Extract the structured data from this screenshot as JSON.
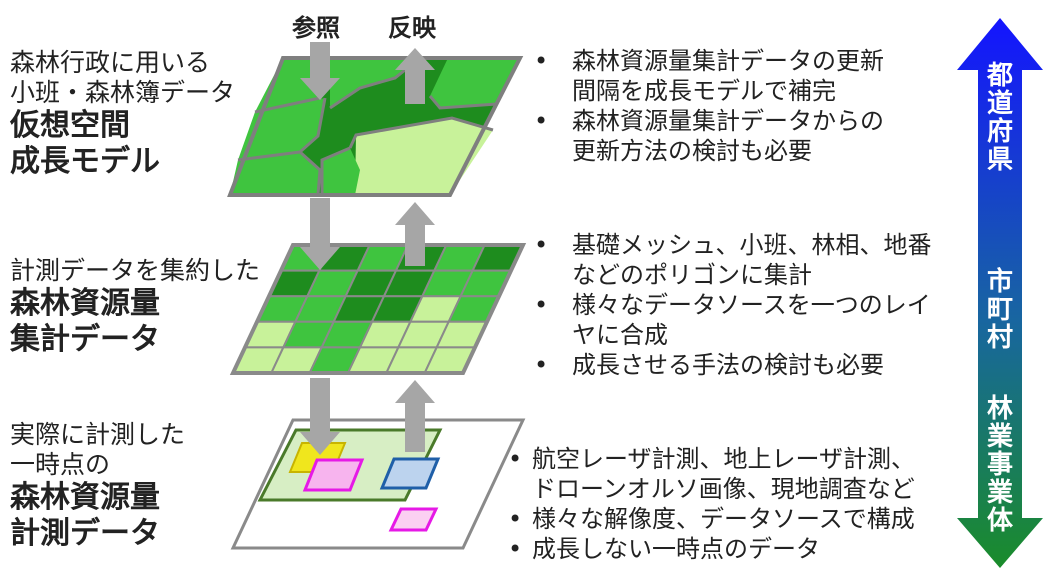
{
  "arrows": {
    "reference": "参照",
    "reflect": "反映"
  },
  "layers": {
    "virtual": {
      "small": [
        "森林行政に用いる",
        "小班・森林簿データ"
      ],
      "bold": [
        "仮想空間",
        "成長モデル"
      ]
    },
    "aggregate": {
      "small": [
        "計測データを集約した"
      ],
      "bold": [
        "森林資源量",
        "集計データ"
      ]
    },
    "measure": {
      "small": [
        "実際に計測した",
        "一時点の"
      ],
      "bold": [
        "森林資源量",
        "計測データ"
      ]
    }
  },
  "bullets": {
    "virtual": [
      [
        "森林資源量集計データの更新",
        "間隔を成長モデルで補完"
      ],
      [
        "森林資源量集計データからの",
        "更新方法の検討も必要"
      ]
    ],
    "aggregate": [
      [
        "基礎メッシュ、小班、林相、地番",
        "などのポリゴンに集計"
      ],
      [
        "様々なデータソースを一つのレイ",
        "ヤに合成"
      ],
      [
        "成長させる手法の検討も必要"
      ]
    ],
    "measure": [
      [
        "航空レーザ計測、地上レーザ計測、",
        "ドローンオルソ画像、現地調査など"
      ],
      [
        "様々な解像度、データソースで構成"
      ],
      [
        "成長しない一時点のデータ"
      ]
    ]
  },
  "bullet_marker": "•",
  "side_arrow": {
    "top": [
      "都",
      "道",
      "府",
      "県"
    ],
    "middle": [
      "市",
      "町",
      "村"
    ],
    "bottom": [
      "林",
      "業",
      "事",
      "業",
      "体"
    ]
  },
  "colors": {
    "dark_green": "#1e8c1e",
    "mid_green": "#3fc43f",
    "light_green": "#c8f29a",
    "border_gray": "#7f7f7f",
    "arrow_gray": "#a6a6a6",
    "side_blue": "#1414ff",
    "side_green": "#1a8c2a",
    "polygon_yellow": "#f2e200",
    "polygon_magenta": "#e619e6",
    "polygon_blue": "#1f5fa8"
  }
}
